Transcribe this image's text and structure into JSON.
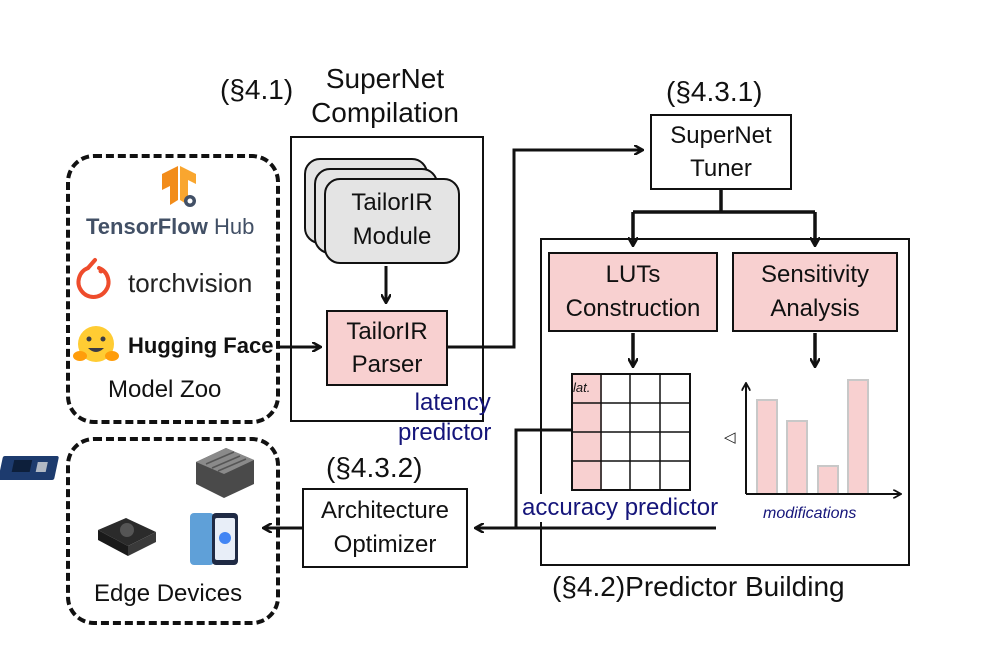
{
  "section_labels": {
    "s41": "(§4.1)",
    "s431": "(§4.3.1)",
    "s432": "(§4.3.2)",
    "s42": "(§4.2)Predictor Building"
  },
  "compilation": {
    "title_line1": "SuperNet",
    "title_line2": "Compilation",
    "module_line1": "TailorIR",
    "module_line2": "Module",
    "parser_line1": "TailorIR",
    "parser_line2": "Parser"
  },
  "tuner": {
    "line1": "SuperNet",
    "line2": "Tuner"
  },
  "luts": {
    "line1": "LUTs",
    "line2": "Construction"
  },
  "sensitivity": {
    "line1": "Sensitivity",
    "line2": "Analysis"
  },
  "optimizer": {
    "line1": "Architecture",
    "line2": "Optimizer"
  },
  "model_zoo": {
    "label": "Model Zoo",
    "tensorflow_main": "TensorFlow",
    "tensorflow_hub": "Hub",
    "torchvision": "torchvision",
    "huggingface": "Hugging Face"
  },
  "edge_devices": {
    "label": "Edge Devices"
  },
  "predictor_labels": {
    "latency_line1": "latency",
    "latency_line2": "predictor",
    "accuracy": "accuracy predictor",
    "lat_cell": "lat.",
    "modifications": "modifications",
    "delta": "◁"
  },
  "colors": {
    "pink_fill": "#f8d0d0",
    "navy_text": "#15157a",
    "tensorflow_orange": "#f28c1a",
    "torch_red": "#ee4c2c",
    "hf_yellow": "#ffcc33"
  },
  "icons": [
    "tensorflow-logo",
    "pytorch-logo",
    "huggingface-emoji",
    "dev-board-icon",
    "jetson-icon",
    "gpu-module-icon",
    "phone-icon"
  ]
}
